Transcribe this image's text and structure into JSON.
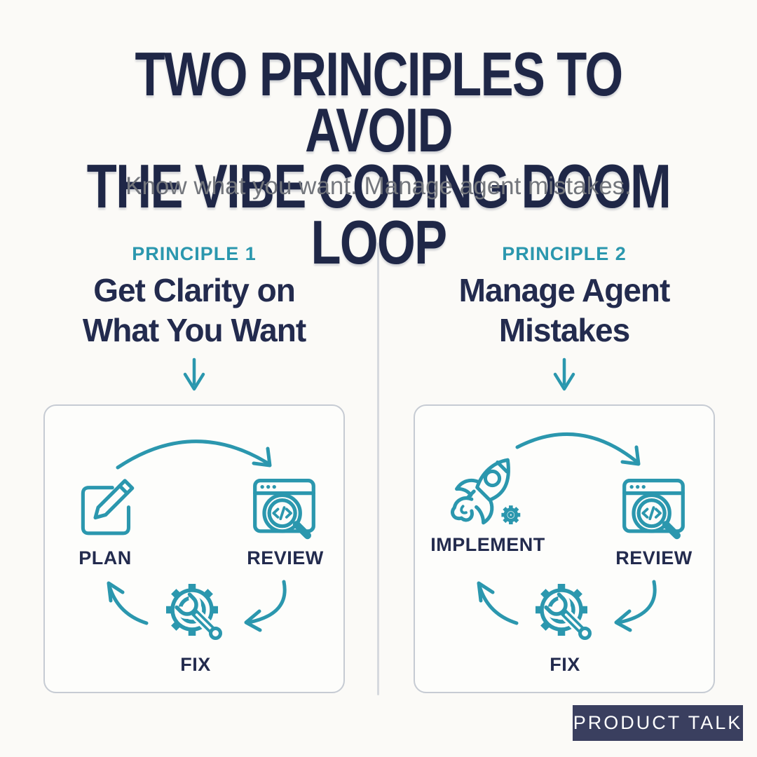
{
  "title": {
    "lines": [
      "TWO PRINCIPLES TO AVOID",
      "THE VIBE CODING DOOM LOOP"
    ]
  },
  "subtitle": "Know what you want. Manage agent mistakes.",
  "principles": [
    {
      "eyebrow": "PRINCIPLE 1",
      "heading": [
        "Get Clarity on",
        "What You Want"
      ],
      "steps": [
        "PLAN",
        "REVIEW",
        "FIX"
      ],
      "icons": [
        "pencil-square-icon",
        "code-review-magnifier-icon",
        "gear-wrench-icon"
      ],
      "cycle_order": "PLAN → REVIEW → FIX → PLAN"
    },
    {
      "eyebrow": "PRINCIPLE 2",
      "heading": [
        "Manage Agent",
        "Mistakes"
      ],
      "steps": [
        "IMPLEMENT",
        "REVIEW",
        "FIX"
      ],
      "icons": [
        "rocket-gear-icon",
        "code-review-magnifier-icon",
        "gear-wrench-icon"
      ],
      "cycle_order": "IMPLEMENT → REVIEW → FIX → IMPLEMENT"
    }
  ],
  "badge": {
    "label": "PRODUCT TALK"
  },
  "colors": {
    "background": "#fbfaf7",
    "accent_teal": "#2b97ae",
    "heading_navy": "#1f2747",
    "subtitle_gray": "#73767c",
    "panel_border": "#c6cbd3",
    "divider": "#d6d9de",
    "badge_background": "#3a3f5f",
    "badge_text": "#ffffff"
  }
}
